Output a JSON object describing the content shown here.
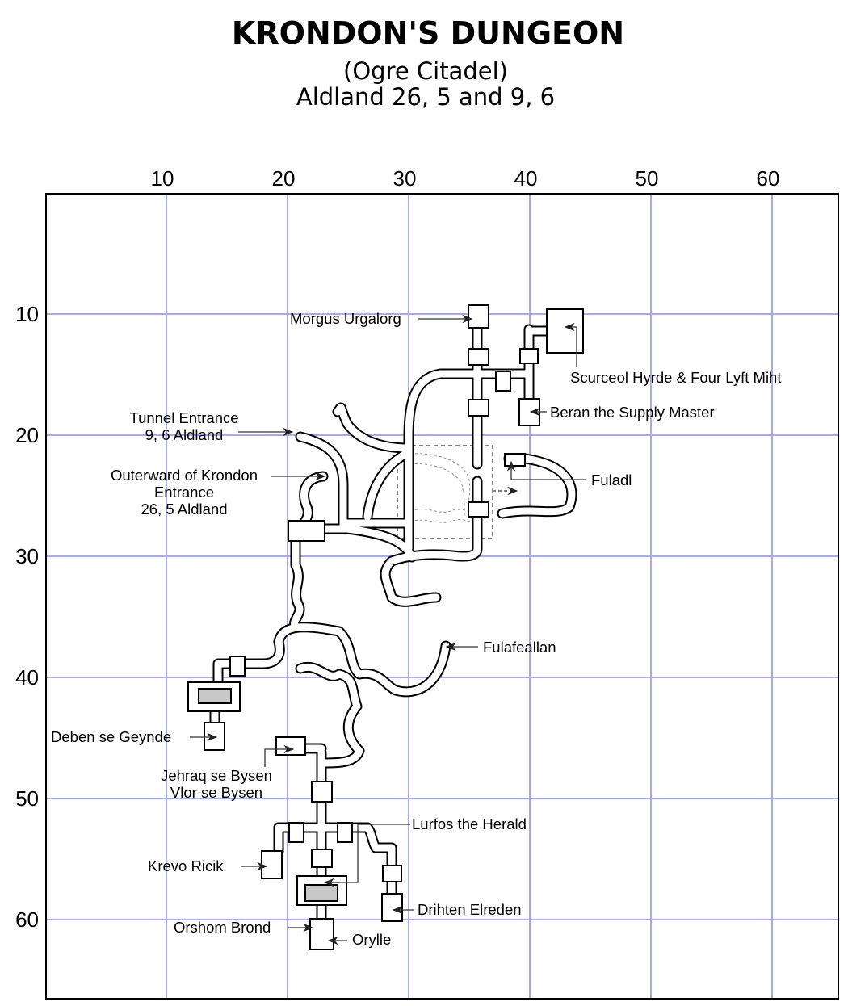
{
  "header": {
    "title": "KRONDON'S DUNGEON",
    "subtitle": "(Ogre Citadel)",
    "coordinates": "Aldland 26, 5 and 9, 6"
  },
  "axes": {
    "x_ticks": [
      "10",
      "20",
      "30",
      "40",
      "50",
      "60"
    ],
    "y_ticks": [
      "10",
      "20",
      "30",
      "40",
      "50",
      "60"
    ]
  },
  "labels": {
    "morgus": "Morgus Urgalorg",
    "scurceol": "Scurceol Hyrde & Four Lyft Miht",
    "beran": "Beran the Supply Master",
    "tunnel_1": "Tunnel Entrance",
    "tunnel_2": "9, 6 Aldland",
    "outer_1": "Outerward of Krondon",
    "outer_2": "Entrance",
    "outer_3": "26, 5 Aldland",
    "fuladl": "Fuladl",
    "fulafeallan": "Fulafeallan",
    "deben": "Deben se Geynde",
    "jehraq": "Jehraq se Bysen",
    "vlor": "Vlor se Bysen",
    "lurfos": "Lurfos the Herald",
    "krevo": "Krevo Ricik",
    "drihten": "Drihten Elreden",
    "orshom": "Orshom Brond",
    "orylle": "Orylle"
  },
  "colors": {
    "grid": "#a8a8f0",
    "room_fill": "#c8c8c8"
  }
}
